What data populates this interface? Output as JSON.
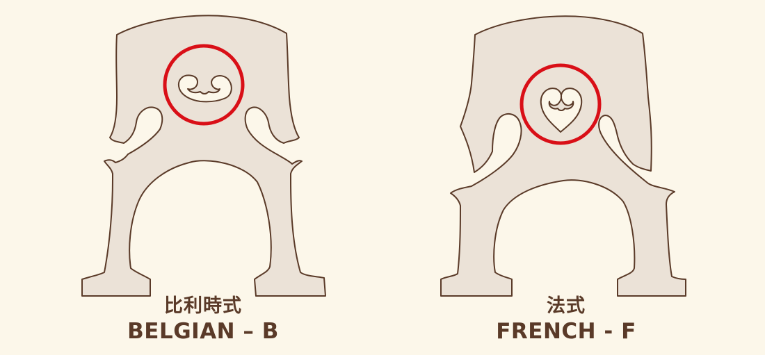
{
  "colors": {
    "background": "#fcf7ea",
    "bridge_fill": "#ebe2d7",
    "bridge_stroke": "#5a3a28",
    "highlight_ring": "#d90f17",
    "text": "#5a3a28"
  },
  "bridges": [
    {
      "id": "belgian",
      "label_cn": "比利時式",
      "label_en": "BELGIAN – B",
      "heart_shape": "open-kidney"
    },
    {
      "id": "french",
      "label_cn": "法式",
      "label_en": "FRENCH - F",
      "heart_shape": "closed-heart"
    }
  ]
}
